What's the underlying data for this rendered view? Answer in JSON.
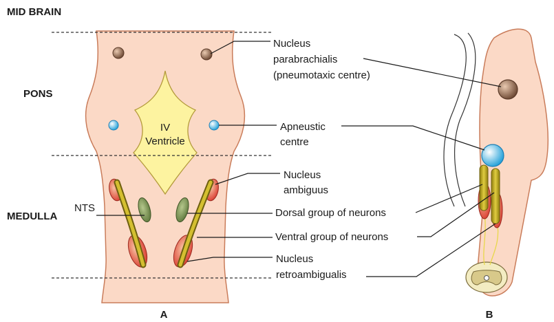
{
  "regions": {
    "midbrain": "MID BRAIN",
    "pons": "PONS",
    "medulla": "MEDULLA"
  },
  "inner_labels": {
    "ventricle_line1": "IV",
    "ventricle_line2": "Ventricle",
    "nts": "NTS"
  },
  "callouts": {
    "parabrachialis_line1": "Nucleus",
    "parabrachialis_line2": "parabrachialis",
    "parabrachialis_line3": "(pneumotaxic centre)",
    "apneustic_line1": "Apneustic",
    "apneustic_line2": "centre",
    "ambiguus_line1": "Nucleus",
    "ambiguus_line2": "ambiguus",
    "dorsal": "Dorsal group of neurons",
    "ventral": "Ventral group of neurons",
    "retroambigualis_line1": "Nucleus",
    "retroambigualis_line2": "retroambigualis"
  },
  "panels": {
    "a": "A",
    "b": "B"
  },
  "colors": {
    "tissue": "#fbd9c6",
    "tissue_outline": "#c97c5a",
    "ventricle": "#fdf3a0",
    "ventricle_outline": "#b39a3a",
    "parabrachial_nucleus": "#8a6248",
    "apneustic_nucleus": "#36b3e6",
    "neuron_column": "#b8a41a",
    "ambiguus_nucleus": "#e2453a",
    "nts_nucleus": "#6f8a4a"
  }
}
